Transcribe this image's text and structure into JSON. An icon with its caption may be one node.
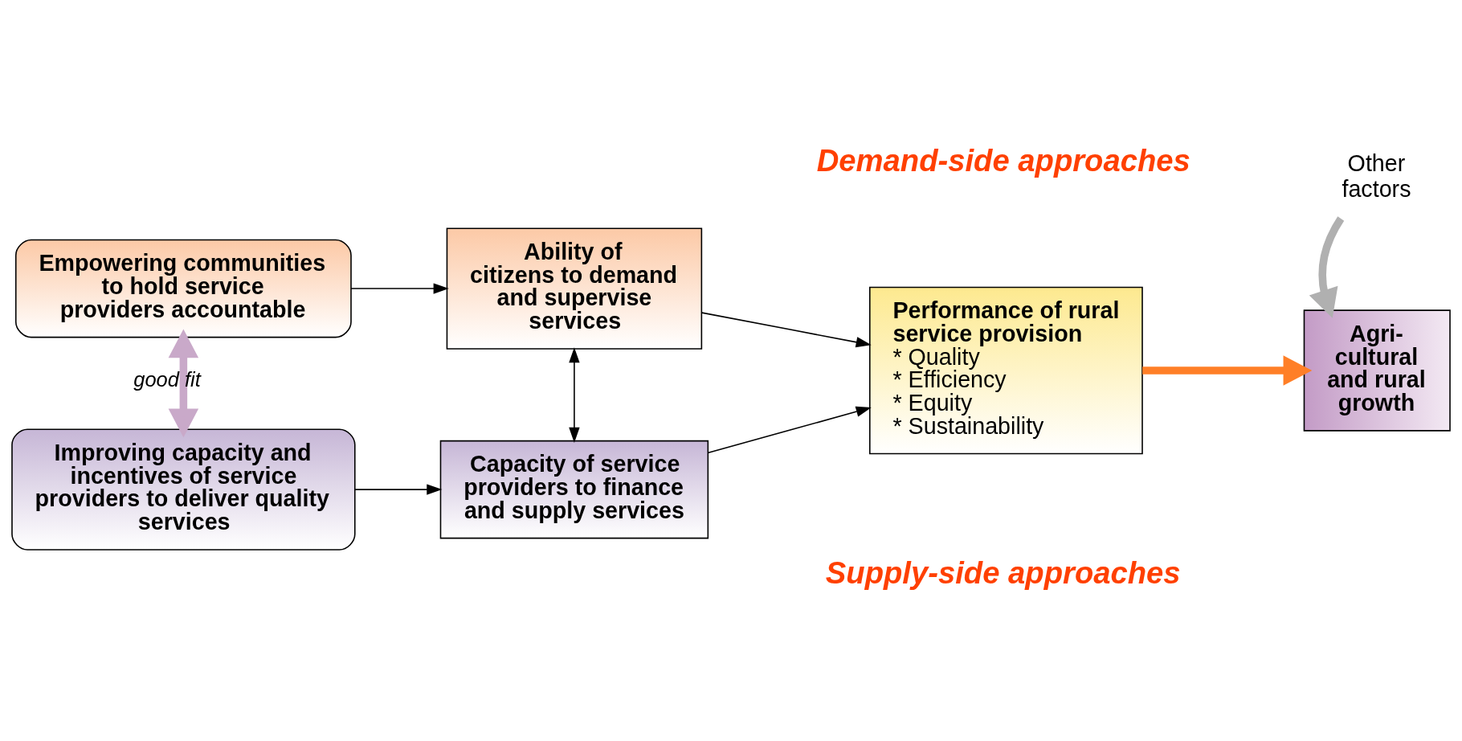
{
  "diagram": {
    "nodes": [
      {
        "text": [
          "Empowering communities to hold service providers accountable"
        ]
      },
      {
        "text": [
          "Ability of citizens to demand and supervise services"
        ]
      },
      {
        "text": [
          "Improving capacity and incentives of service providers to deliver quality services"
        ]
      },
      {
        "text": [
          "Capacity of service providers to finance and supply services"
        ]
      },
      {
        "text": [
          "Performance of rural service provision",
          "* Quality",
          "* Efficiency",
          "* Equity",
          "* Sustainability"
        ]
      },
      {
        "text": [
          "Agri- cultural and rural growth"
        ]
      },
      {
        "text": [
          "Other factors"
        ]
      }
    ],
    "edges": [
      {
        "from": 0,
        "to": 1,
        "arrow": "to"
      },
      {
        "from": 0,
        "to": 2,
        "arrow": "both",
        "label": "good fit",
        "style": "thick",
        "color": "#c9a9c9"
      },
      {
        "from": 1,
        "to": 3,
        "arrow": "both"
      },
      {
        "from": 2,
        "to": 3,
        "arrow": "to"
      },
      {
        "from": 1,
        "to": 4,
        "arrow": "to"
      },
      {
        "from": 3,
        "to": 4,
        "arrow": "to"
      },
      {
        "from": 4,
        "to": 5,
        "arrow": "to",
        "style": "thick",
        "color": "#ff7f27"
      },
      {
        "from": 6,
        "to": 5,
        "arrow": "to",
        "style": "thick",
        "color": "#b0b0b0"
      }
    ],
    "labels": [
      "Demand-side approaches",
      "Supply-side approaches"
    ]
  }
}
